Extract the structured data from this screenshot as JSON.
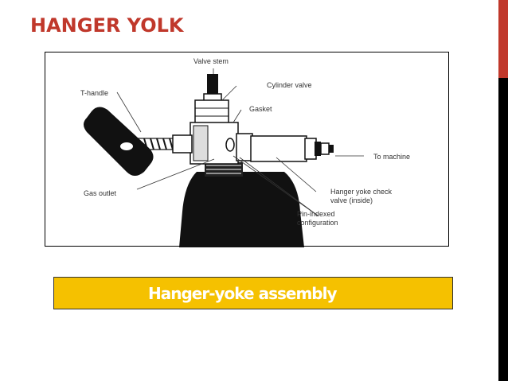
{
  "slide": {
    "title": "HANGER YOLK",
    "caption": "Hanger-yoke assembly",
    "colors": {
      "title": "#c0382b",
      "caption_bg": "#f5c100",
      "caption_text": "#ffffff",
      "side_bar_top": "#c0382b",
      "side_bar_bottom": "#000000"
    }
  },
  "figure": {
    "labels": {
      "valve_stem": "Valve stem",
      "cylinder_valve": "Cylinder valve",
      "t_handle": "T-handle",
      "gasket": "Gasket",
      "to_machine": "To machine",
      "gas_outlet": "Gas outlet",
      "check_valve_1": "Hanger yoke check",
      "check_valve_2": "valve (inside)",
      "pin_indexed_1": "Pin-indexed",
      "pin_indexed_2": "configuration"
    }
  }
}
